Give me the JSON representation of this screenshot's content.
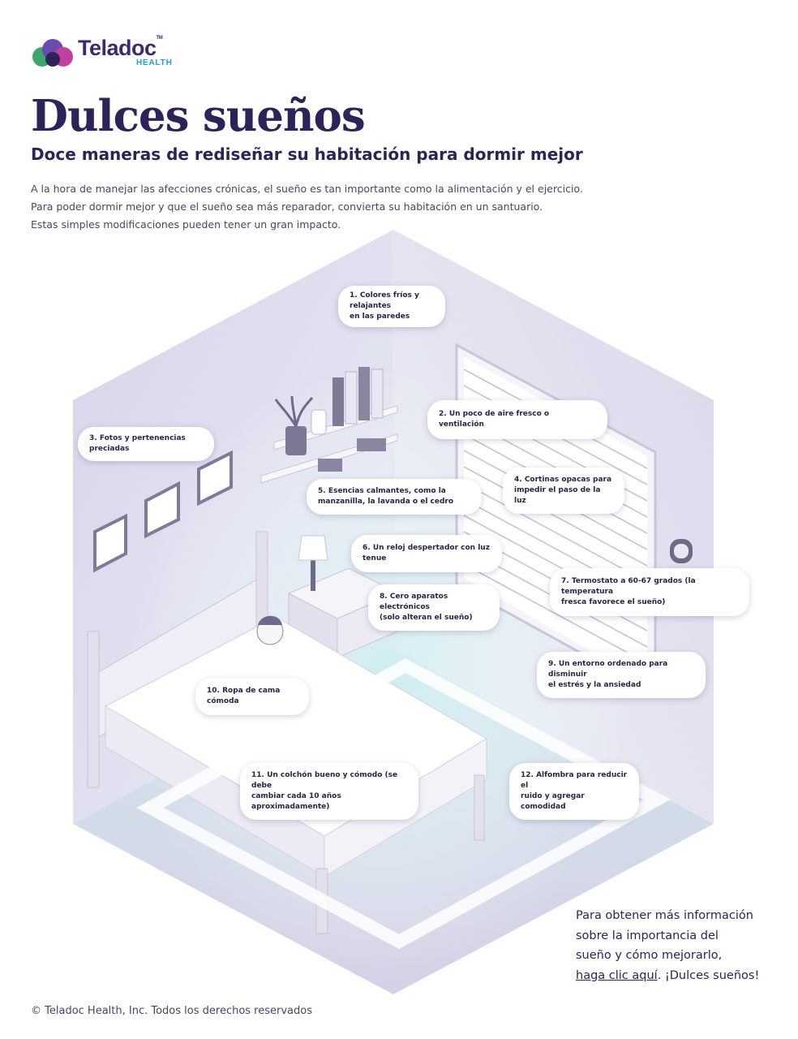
{
  "brand": {
    "name": "Teladoc",
    "trademark": "TM",
    "sub": "HEALTH",
    "colors": {
      "navy": "#2e2358",
      "teal": "#1aa3c8",
      "purple": "#6a4bb0",
      "magenta": "#c13fa0",
      "green": "#3fa56a"
    }
  },
  "header": {
    "title": "Dulces sueños",
    "subtitle": "Doce maneras de rediseñar su habitación para dormir mejor",
    "intro": [
      "A la hora de manejar las afecciones crónicas, el sueño es tan importante como la alimentación y el ejercicio.",
      "Para poder dormir mejor y que el sueño sea más reparador, convierta su habitación en un santuario.",
      "Estas simples modificaciones pueden tener un gran impacto."
    ]
  },
  "tips": [
    {
      "l1": "1. Colores fríos y relajantes",
      "l2": "en las paredes"
    },
    {
      "l1": "2. Un poco de aire fresco o ventilación",
      "l2": ""
    },
    {
      "l1": "3. Fotos y pertenencias",
      "l2": "preciadas"
    },
    {
      "l1": "4. Cortinas opacas para",
      "l2": "impedir el paso de la luz"
    },
    {
      "l1": "5. Esencias calmantes, como la",
      "l2": "manzanilla, la lavanda o el cedro"
    },
    {
      "l1": "6. Un reloj despertador con luz tenue",
      "l2": ""
    },
    {
      "l1": "7. Termostato a 60-67 grados (la temperatura",
      "l2": "fresca favorece el sueño)"
    },
    {
      "l1": "8. Cero aparatos electrónicos",
      "l2": "(solo alteran el sueño)"
    },
    {
      "l1": "9. Un entorno ordenado para disminuir",
      "l2": "el estrés y la ansiedad"
    },
    {
      "l1": "10. Ropa de cama cómoda",
      "l2": ""
    },
    {
      "l1": "11. Un colchón bueno y cómodo (se debe",
      "l2": "cambiar cada 10 años aproximadamente)"
    },
    {
      "l1": "12. Alfombra para reducir el",
      "l2": "ruido y agregar comodidad"
    }
  ],
  "more_info": {
    "line1": "Para obtener más información",
    "line2": "sobre la importancia del",
    "line3": "sueño y cómo mejorarlo,",
    "link": "haga clic aquí",
    "after_link": ". ¡Dulces sueños!"
  },
  "footer": "© Teladoc Health, Inc. Todos los derechos reservados"
}
